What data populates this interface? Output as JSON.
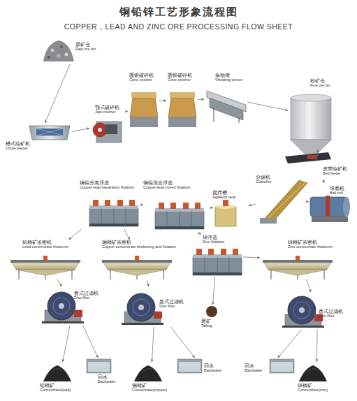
{
  "diagram": {
    "title": "铜铅锌工艺形象流程图",
    "nodes": [
      {
        "text": [
          "原矿仓",
          "Raw ore bin"
        ]
      },
      {
        "text": [
          "槽式给矿机",
          "Chute feeder"
        ]
      },
      {
        "text": [
          "颚式破碎机",
          "Jaw crusher"
        ]
      },
      {
        "text": [
          "圆锥破碎机",
          "Cone crusher"
        ]
      },
      {
        "text": [
          "圆锥破碎机",
          "Cone crusher"
        ]
      },
      {
        "text": [
          "振动筛",
          "Vibrating screen"
        ]
      },
      {
        "text": [
          "粉矿仓",
          "Fine ore bin"
        ]
      },
      {
        "text": [
          "皮带给矿机",
          "Belt feede"
        ]
      },
      {
        "text": [
          "分级机",
          "Classifier"
        ]
      },
      {
        "text": [
          "球磨机",
          "Ball mill"
        ]
      },
      {
        "text": [
          "搅拌槽",
          "Agitation tank"
        ]
      },
      {
        "text": [
          "铜铅混合浮选",
          "Copper-lead mixed flotation"
        ]
      },
      {
        "text": [
          "铜铅分离浮选",
          "Copper-lead separation flotation"
        ]
      },
      {
        "text": [
          "铅精矿浓密机",
          "Lead concentrate thickener"
        ]
      },
      {
        "text": [
          "铜精矿浓密机",
          "Copper concentrate thickening and flotation"
        ]
      },
      {
        "text": [
          "锌浮选",
          "Zinc flotation"
        ]
      },
      {
        "text": [
          "锌精矿浓密机",
          "Zinc concentrate thickener"
        ]
      },
      {
        "text": [
          "盘式过滤机",
          "Disc filter"
        ]
      },
      {
        "text": [
          "盘式过滤机",
          "Disc filter"
        ]
      },
      {
        "text": [
          "尾矿",
          "Tailing"
        ]
      },
      {
        "text": [
          "盘式过滤机",
          "Disc filter"
        ]
      },
      {
        "text": [
          "铅精矿",
          "Concentrate(lead)"
        ]
      },
      {
        "text": [
          "回水",
          "Backwater"
        ]
      },
      {
        "text": [
          "铜精矿",
          "Concentrate(copper)"
        ]
      },
      {
        "text": [
          "回水",
          "Backwater"
        ]
      },
      {
        "text": [
          "回水",
          "Backwater"
        ]
      },
      {
        "text": [
          "锌精矿",
          "Concentrate(zinc)"
        ]
      }
    ],
    "edges": [
      {
        "from": 0,
        "to": 1,
        "arrow": "to"
      },
      {
        "from": 1,
        "to": 2,
        "arrow": "to"
      },
      {
        "from": 2,
        "to": 3,
        "arrow": "to"
      },
      {
        "from": 3,
        "to": 4,
        "arrow": "to"
      },
      {
        "from": 4,
        "to": 5,
        "arrow": "to"
      },
      {
        "from": 5,
        "to": 6,
        "arrow": "to"
      },
      {
        "from": 6,
        "to": 7,
        "arrow": "to"
      },
      {
        "from": 7,
        "to": 9,
        "arrow": "to"
      },
      {
        "from": 9,
        "to": 8,
        "arrow": "to"
      },
      {
        "from": 8,
        "to": 10,
        "arrow": "to"
      },
      {
        "from": 10,
        "to": 11,
        "arrow": "to"
      },
      {
        "from": 11,
        "to": 12,
        "arrow": "to"
      },
      {
        "from": 11,
        "to": 15,
        "arrow": "to"
      },
      {
        "from": 12,
        "to": 13,
        "arrow": "to"
      },
      {
        "from": 12,
        "to": 14,
        "arrow": "to"
      },
      {
        "from": 15,
        "to": 16,
        "arrow": "to"
      },
      {
        "from": 15,
        "to": 19,
        "arrow": "to"
      },
      {
        "from": 13,
        "to": 17,
        "arrow": "to"
      },
      {
        "from": 14,
        "to": 18,
        "arrow": "to"
      },
      {
        "from": 16,
        "to": 20,
        "arrow": "to"
      },
      {
        "from": 17,
        "to": 21,
        "arrow": "to"
      },
      {
        "from": 17,
        "to": 22,
        "arrow": "to"
      },
      {
        "from": 18,
        "to": 23,
        "arrow": "to"
      },
      {
        "from": 18,
        "to": 24,
        "arrow": "to"
      },
      {
        "from": 20,
        "to": 25,
        "arrow": "to"
      },
      {
        "from": 20,
        "to": 26,
        "arrow": "to"
      }
    ],
    "labels": [
      "COPPER，LEAD AND ZINC ORE PROCESSING FLOW SHEET"
    ]
  }
}
